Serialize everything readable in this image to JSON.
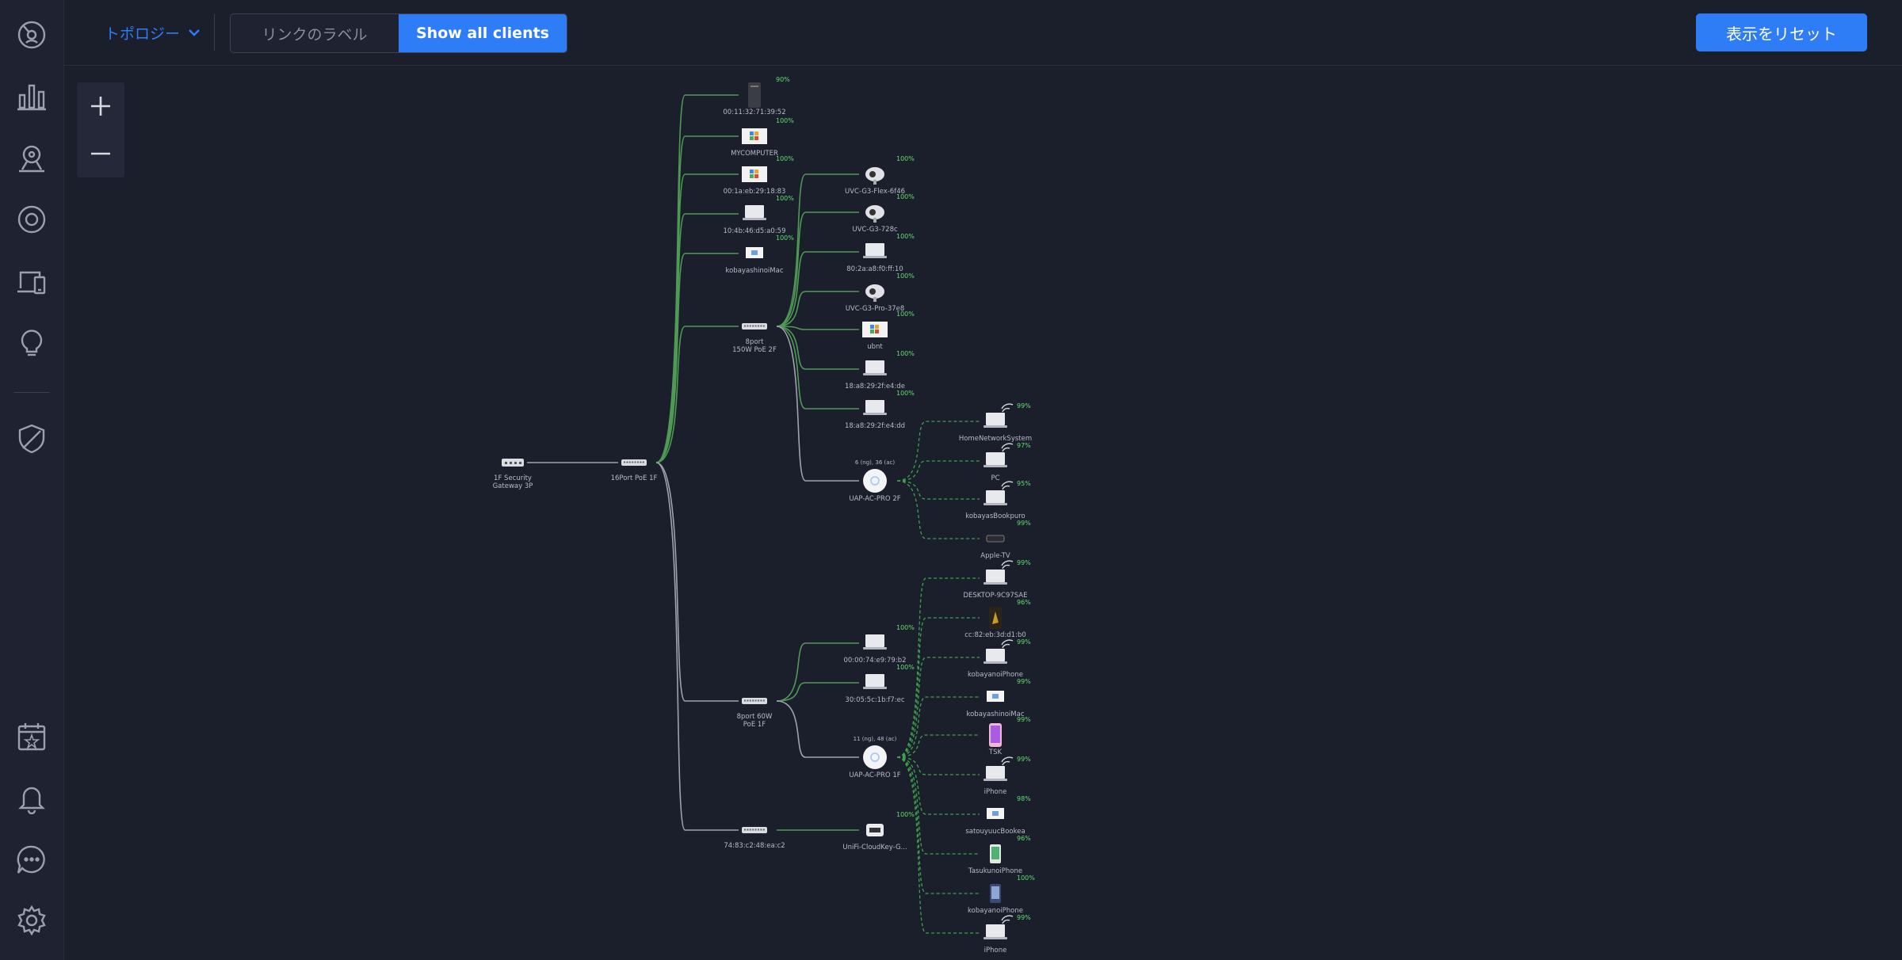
{
  "topbar": {
    "view_label": "トポロジー",
    "toggle_labels": "リンクのラベル",
    "toggle_all": "Show all clients",
    "reset_label": "表示をリセット"
  },
  "sidebar": {
    "items": [
      "dashboard-icon",
      "statistics-icon",
      "map-icon",
      "devices-icon",
      "clients-icon",
      "insights-icon",
      "shield-icon",
      "events-icon",
      "alerts-icon",
      "chat-icon",
      "settings-icon"
    ]
  },
  "colors": {
    "accent": "#2f7df6",
    "wired": "#4f9a55",
    "wired_dim": "#9ea3ad",
    "wireless": "#3fa34d",
    "percent": "#5ee06a"
  },
  "topology": {
    "nodes": [
      {
        "id": "gw",
        "label": "1F Security\nGateway 3P",
        "kind": "gateway"
      },
      {
        "id": "sw16",
        "label": "16Port PoE 1F",
        "kind": "switch"
      },
      {
        "id": "c1",
        "label": "00:11:32:71:39:52",
        "kind": "nas",
        "pct": "90%"
      },
      {
        "id": "c2",
        "label": "MYCOMPUTER",
        "kind": "windows",
        "pct": "100%"
      },
      {
        "id": "c3",
        "label": "00:1a:eb:29:18:83",
        "kind": "windows",
        "pct": "100%"
      },
      {
        "id": "c4",
        "label": "10:4b:46:d5:a0:59",
        "kind": "laptop",
        "pct": "100%"
      },
      {
        "id": "c5",
        "label": "kobayashinoiMac",
        "kind": "mac",
        "pct": "100%"
      },
      {
        "id": "sw8a",
        "label": "8port\n150W PoE 2F",
        "kind": "switch"
      },
      {
        "id": "d1",
        "label": "UVC-G3-Flex-6f46",
        "kind": "camera",
        "pct": "100%"
      },
      {
        "id": "d2",
        "label": "UVC-G3-728c",
        "kind": "camera",
        "pct": "100%"
      },
      {
        "id": "d3",
        "label": "80:2a:a8:f0:ff:10",
        "kind": "laptop",
        "pct": "100%"
      },
      {
        "id": "d4",
        "label": "UVC-G3-Pro-37e8",
        "kind": "camera",
        "pct": "100%"
      },
      {
        "id": "d5",
        "label": "ubnt",
        "kind": "windows",
        "pct": "100%"
      },
      {
        "id": "d6",
        "label": "18:a8:29:2f:e4:de",
        "kind": "laptop",
        "pct": "100%"
      },
      {
        "id": "d7",
        "label": "18:a8:29:2f:e4:dd",
        "kind": "laptop",
        "pct": "100%"
      },
      {
        "id": "ap2",
        "label": "UAP-AC-PRO 2F",
        "kind": "ap",
        "band": "6 (ng), 36 (ac)"
      },
      {
        "id": "w1",
        "label": "HomeNetworkSystem",
        "kind": "wlaptop",
        "pct": "99%"
      },
      {
        "id": "w2",
        "label": "PC",
        "kind": "wlaptop",
        "pct": "97%"
      },
      {
        "id": "w3",
        "label": "kobayasBookpuro",
        "kind": "wlaptop",
        "pct": "95%"
      },
      {
        "id": "w4",
        "label": "Apple-TV",
        "kind": "appletv",
        "pct": "99%"
      },
      {
        "id": "sw8b",
        "label": "8port 60W\nPoE 1F",
        "kind": "switch"
      },
      {
        "id": "e1",
        "label": "00:00:74:e9:79:b2",
        "kind": "laptop",
        "pct": "100%"
      },
      {
        "id": "e2",
        "label": "30:05:5c:1b:f7:ec",
        "kind": "laptop",
        "pct": "100%"
      },
      {
        "id": "ap1",
        "label": "UAP-AC-PRO 1F",
        "kind": "ap",
        "band": "11 (ng), 48 (ac)"
      },
      {
        "id": "x1",
        "label": "DESKTOP-9C97SAE",
        "kind": "wlaptop",
        "pct": "99%"
      },
      {
        "id": "x2",
        "label": "cc:82:eb:3d:d1:b0",
        "kind": "phone-gold",
        "pct": "96%"
      },
      {
        "id": "x3",
        "label": "kobayanoiPhone",
        "kind": "wlaptop",
        "pct": "99%"
      },
      {
        "id": "x4",
        "label": "kobayashinoiMac",
        "kind": "mac",
        "pct": "99%"
      },
      {
        "id": "x5",
        "label": "TSK",
        "kind": "phone-pink",
        "pct": "99%"
      },
      {
        "id": "x6",
        "label": "iPhone",
        "kind": "wlaptop",
        "pct": "99%"
      },
      {
        "id": "x7",
        "label": "satouyuucBookea",
        "kind": "mac",
        "pct": "98%"
      },
      {
        "id": "x8",
        "label": "TasukunoiPhone",
        "kind": "phone-green",
        "pct": "96%"
      },
      {
        "id": "x9",
        "label": "kobayanoiPhone",
        "kind": "phone-blue",
        "pct": "100%"
      },
      {
        "id": "x10",
        "label": "iPhone",
        "kind": "wlaptop",
        "pct": "99%"
      },
      {
        "id": "sw5",
        "label": "74:83:c2:48:ea:c2",
        "kind": "switch"
      },
      {
        "id": "ck",
        "label": "UniFi-CloudKey-G...",
        "kind": "cloudkey",
        "pct": "100%"
      }
    ],
    "links": [
      [
        "gw",
        "sw16",
        "dim"
      ],
      [
        "sw16",
        "c1",
        "wired"
      ],
      [
        "sw16",
        "c2",
        "wired"
      ],
      [
        "sw16",
        "c3",
        "wired"
      ],
      [
        "sw16",
        "c4",
        "wired"
      ],
      [
        "sw16",
        "c5",
        "wired"
      ],
      [
        "sw16",
        "sw8a",
        "wired"
      ],
      [
        "sw16",
        "sw8b",
        "dim"
      ],
      [
        "sw16",
        "sw5",
        "dim"
      ],
      [
        "sw8a",
        "d1",
        "wired"
      ],
      [
        "sw8a",
        "d2",
        "wired"
      ],
      [
        "sw8a",
        "d3",
        "wired"
      ],
      [
        "sw8a",
        "d4",
        "wired"
      ],
      [
        "sw8a",
        "d5",
        "wired"
      ],
      [
        "sw8a",
        "d6",
        "wired"
      ],
      [
        "sw8a",
        "d7",
        "wired"
      ],
      [
        "sw8a",
        "ap2",
        "dim"
      ],
      [
        "ap2",
        "w1",
        "wireless"
      ],
      [
        "ap2",
        "w2",
        "wireless"
      ],
      [
        "ap2",
        "w3",
        "wireless"
      ],
      [
        "ap2",
        "w4",
        "wireless"
      ],
      [
        "sw8b",
        "e1",
        "wired"
      ],
      [
        "sw8b",
        "e2",
        "wired"
      ],
      [
        "sw8b",
        "ap1",
        "dim"
      ],
      [
        "ap1",
        "x1",
        "wireless"
      ],
      [
        "ap1",
        "x2",
        "wireless"
      ],
      [
        "ap1",
        "x3",
        "wireless"
      ],
      [
        "ap1",
        "x4",
        "wireless"
      ],
      [
        "ap1",
        "x5",
        "wireless"
      ],
      [
        "ap1",
        "x6",
        "wireless"
      ],
      [
        "ap1",
        "x7",
        "wireless"
      ],
      [
        "ap1",
        "x8",
        "wireless"
      ],
      [
        "ap1",
        "x9",
        "wireless"
      ],
      [
        "ap1",
        "x10",
        "wireless"
      ],
      [
        "sw5",
        "ck",
        "wired"
      ]
    ]
  }
}
